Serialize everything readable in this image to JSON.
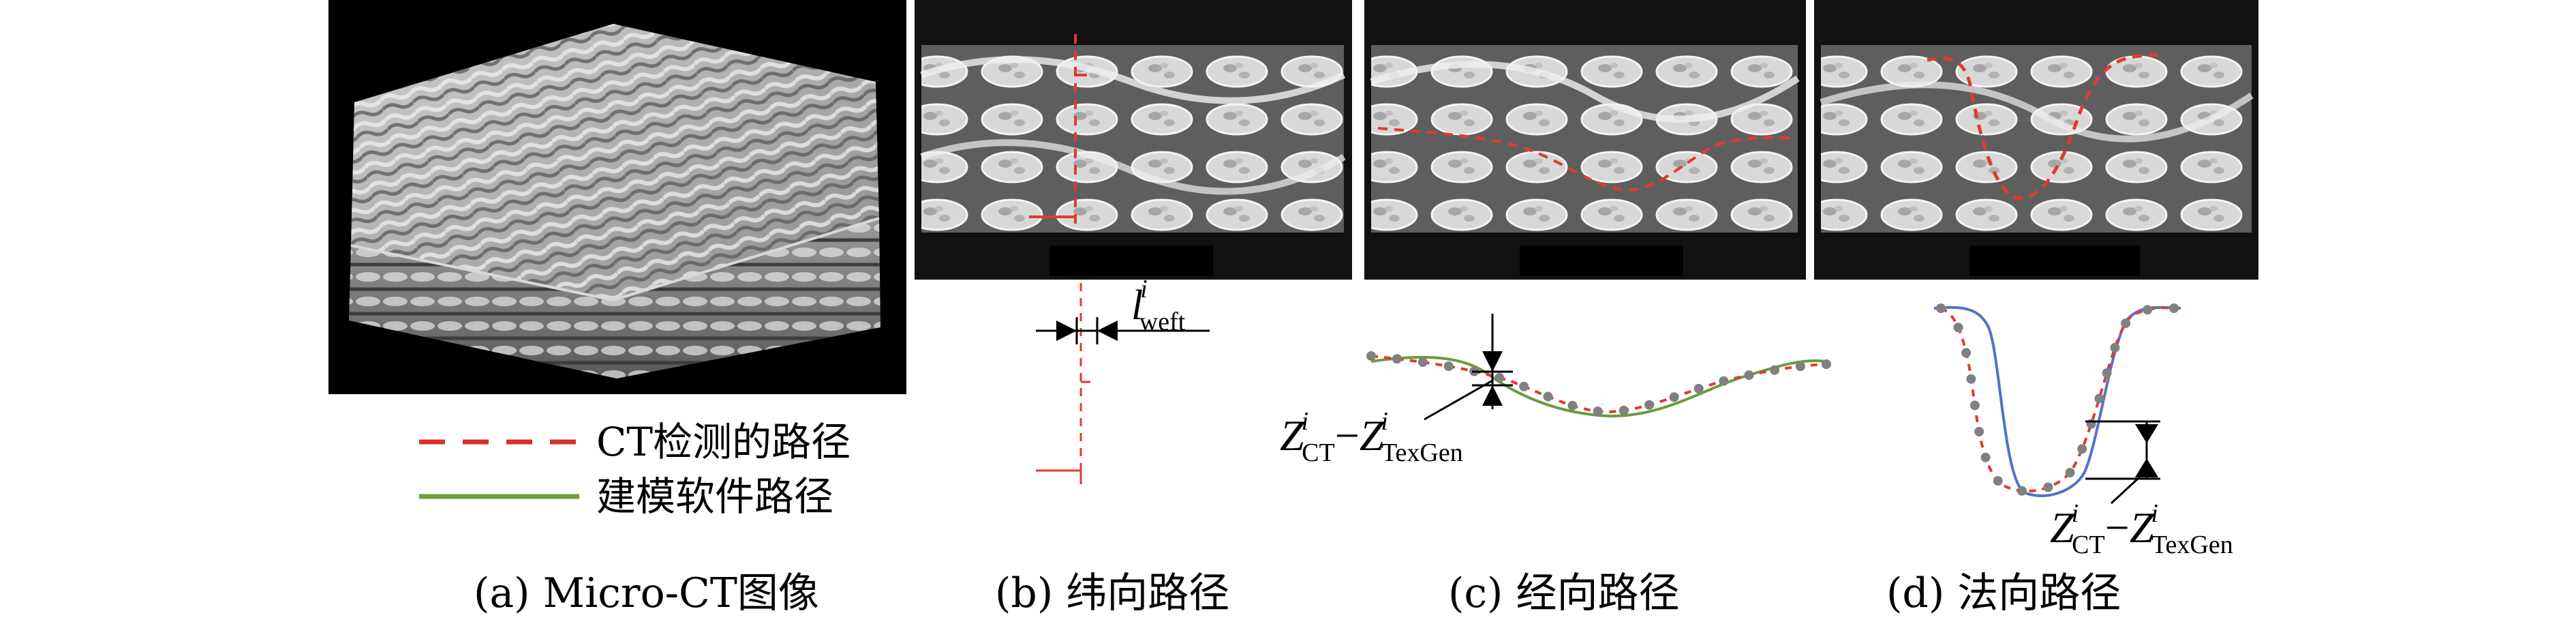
{
  "legend": {
    "ct_path": "CT检测的路径",
    "model_path": "建模软件路径"
  },
  "captions": {
    "a": "(a) Micro-CT图像",
    "b": "(b) 纬向路径",
    "c": "(c) 经向路径",
    "d": "(d) 法向路径"
  },
  "annotations": {
    "weft_symbol": "l",
    "weft_sup": "i",
    "weft_sub": "weft",
    "z_symbol": "Z",
    "z_sup": "i",
    "z_sub_ct": "CT",
    "z_sub_texgen": "TexGen",
    "minus": "−"
  },
  "colors": {
    "ct_path": "#d9302c",
    "model_path": "#6e9b3c",
    "normal_model": "#4f74c8",
    "points": "#808080"
  }
}
